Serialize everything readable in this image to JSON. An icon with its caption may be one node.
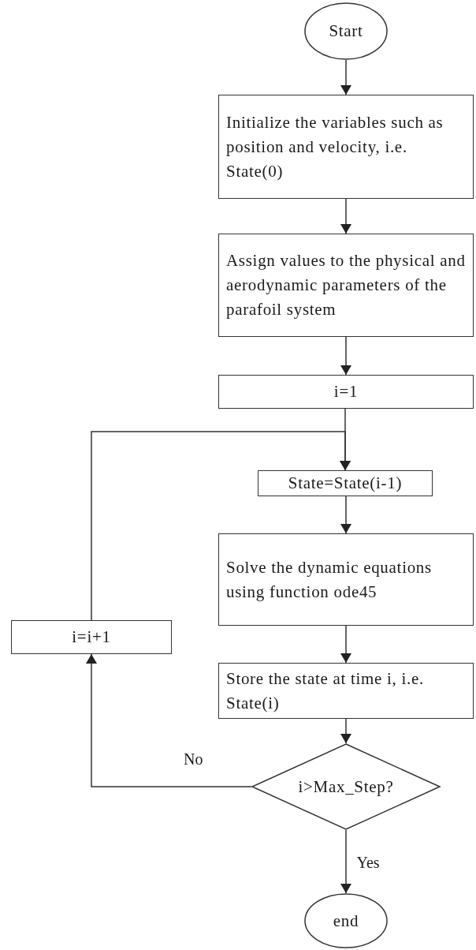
{
  "diagram": {
    "nodes": [
      {
        "text": [
          "Start"
        ]
      },
      {
        "text": [
          "Initialize the variables such as position and velocity, i.e. State(0)"
        ]
      },
      {
        "text": [
          "Assign values to the physical and aerodynamic parameters of the parafoil system"
        ]
      },
      {
        "text": [
          "i=1"
        ]
      },
      {
        "text": [
          "State=State(i-1)"
        ]
      },
      {
        "text": [
          "Solve the dynamic equations using function ode45"
        ]
      },
      {
        "text": [
          "Store the state at time i, i.e. State(i)"
        ]
      },
      {
        "text": [
          "i>Max_Step?"
        ]
      },
      {
        "text": [
          "i=i+1"
        ]
      },
      {
        "text": [
          "end"
        ]
      }
    ],
    "edges": [
      {
        "from": 0,
        "to": 1,
        "arrow": "to"
      },
      {
        "from": 1,
        "to": 2,
        "arrow": "to"
      },
      {
        "from": 2,
        "to": 3,
        "arrow": "to"
      },
      {
        "from": 3,
        "to": 4,
        "arrow": "to"
      },
      {
        "from": 4,
        "to": 5,
        "arrow": "to"
      },
      {
        "from": 5,
        "to": 6,
        "arrow": "to"
      },
      {
        "from": 6,
        "to": 7,
        "arrow": "to"
      },
      {
        "from": 7,
        "to": 8,
        "arrow": "to",
        "label": "No"
      },
      {
        "from": 8,
        "to": 4,
        "arrow": "to"
      },
      {
        "from": 7,
        "to": 9,
        "arrow": "to",
        "label": "Yes"
      }
    ]
  }
}
